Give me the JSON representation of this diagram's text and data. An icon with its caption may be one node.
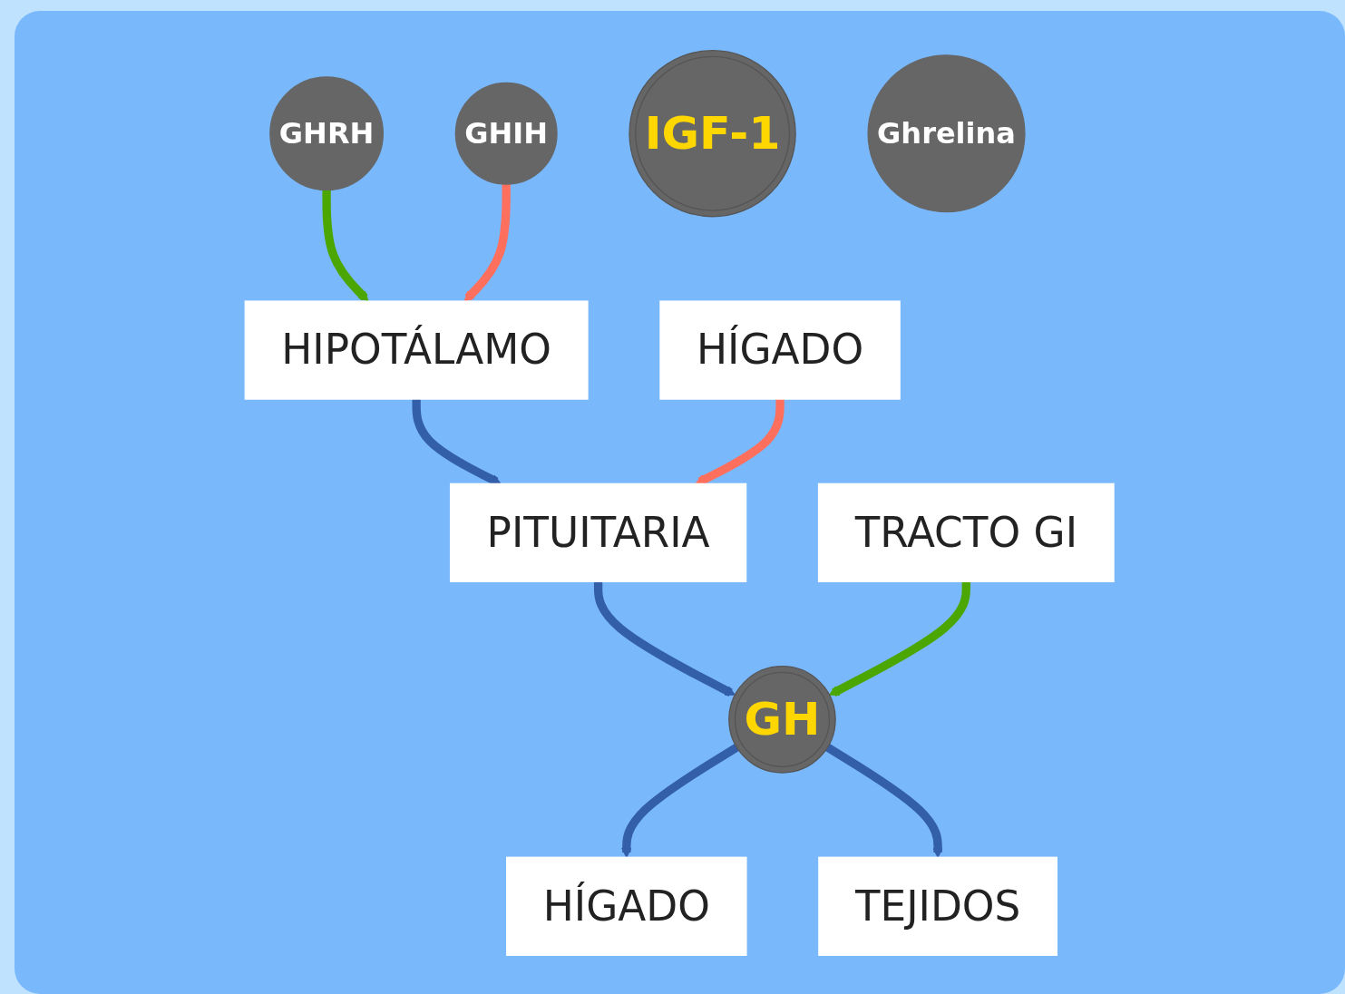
{
  "diagram": {
    "nodes": [
      {
        "text": [
          "GHRH"
        ]
      },
      {
        "text": [
          "HIPOTÁLAMO"
        ]
      },
      {
        "text": [
          "GHIH"
        ]
      },
      {
        "text": [
          "PITUITARIA"
        ]
      },
      {
        "text": [
          "HÍGADO"
        ]
      },
      {
        "text": [
          "IGF-1"
        ]
      },
      {
        "text": [
          "Ghrelina"
        ]
      },
      {
        "text": [
          "TRACTO GI"
        ]
      },
      {
        "text": [
          "GH"
        ]
      },
      {
        "text": [
          "HÍGADO"
        ]
      },
      {
        "text": [
          "TEJIDOS"
        ]
      }
    ],
    "edges": [
      {
        "from": 0,
        "to": 1,
        "arrow": "to",
        "color": "#4ca600"
      },
      {
        "from": 2,
        "to": 1,
        "arrow": "to",
        "color": "#ff6f5e"
      },
      {
        "from": 1,
        "to": 3,
        "arrow": "to"
      },
      {
        "from": 4,
        "to": 3,
        "arrow": "to",
        "color": "#ff6f5e"
      },
      {
        "from": 3,
        "to": 8,
        "arrow": "to"
      },
      {
        "from": 7,
        "to": 8,
        "arrow": "to",
        "color": "#4ca600"
      },
      {
        "from": 8,
        "to": 9,
        "arrow": "to"
      },
      {
        "from": 8,
        "to": 10,
        "arrow": "to"
      }
    ]
  }
}
